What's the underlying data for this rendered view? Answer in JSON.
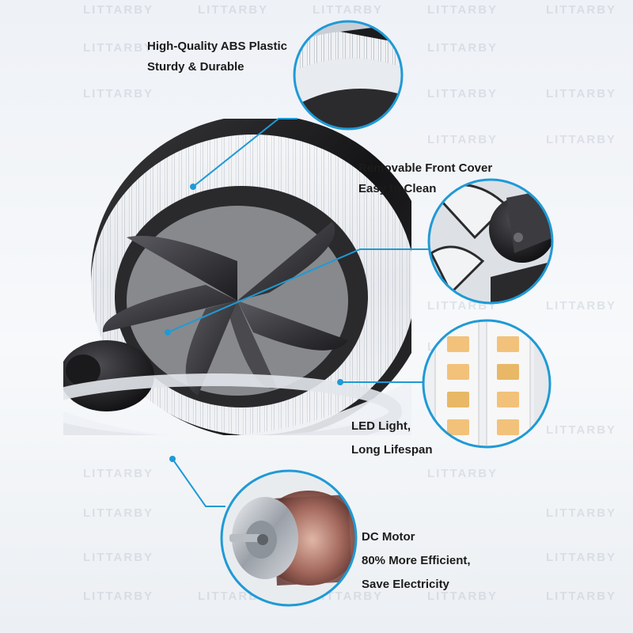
{
  "brand": {
    "watermark": "LITTARBY"
  },
  "colors": {
    "accent": "#1f9ad6",
    "frame": "#202022",
    "led": "#f2c27a"
  },
  "callouts": [
    {
      "lines": [
        "High-Quality ABS Plastic",
        "Sturdy & Durable"
      ],
      "icon": "abs-plastic-ring-detail"
    },
    {
      "lines": [
        "Removable Front Cover",
        "Easy to Clean"
      ],
      "icon": "front-cover-detail"
    },
    {
      "lines": [
        "LED Light,",
        "Long Lifespan"
      ],
      "icon": "led-strip-detail"
    },
    {
      "lines": [
        "DC Motor",
        "80% More Efficient,",
        "Save Electricity"
      ],
      "icon": "dc-motor-detail"
    }
  ]
}
